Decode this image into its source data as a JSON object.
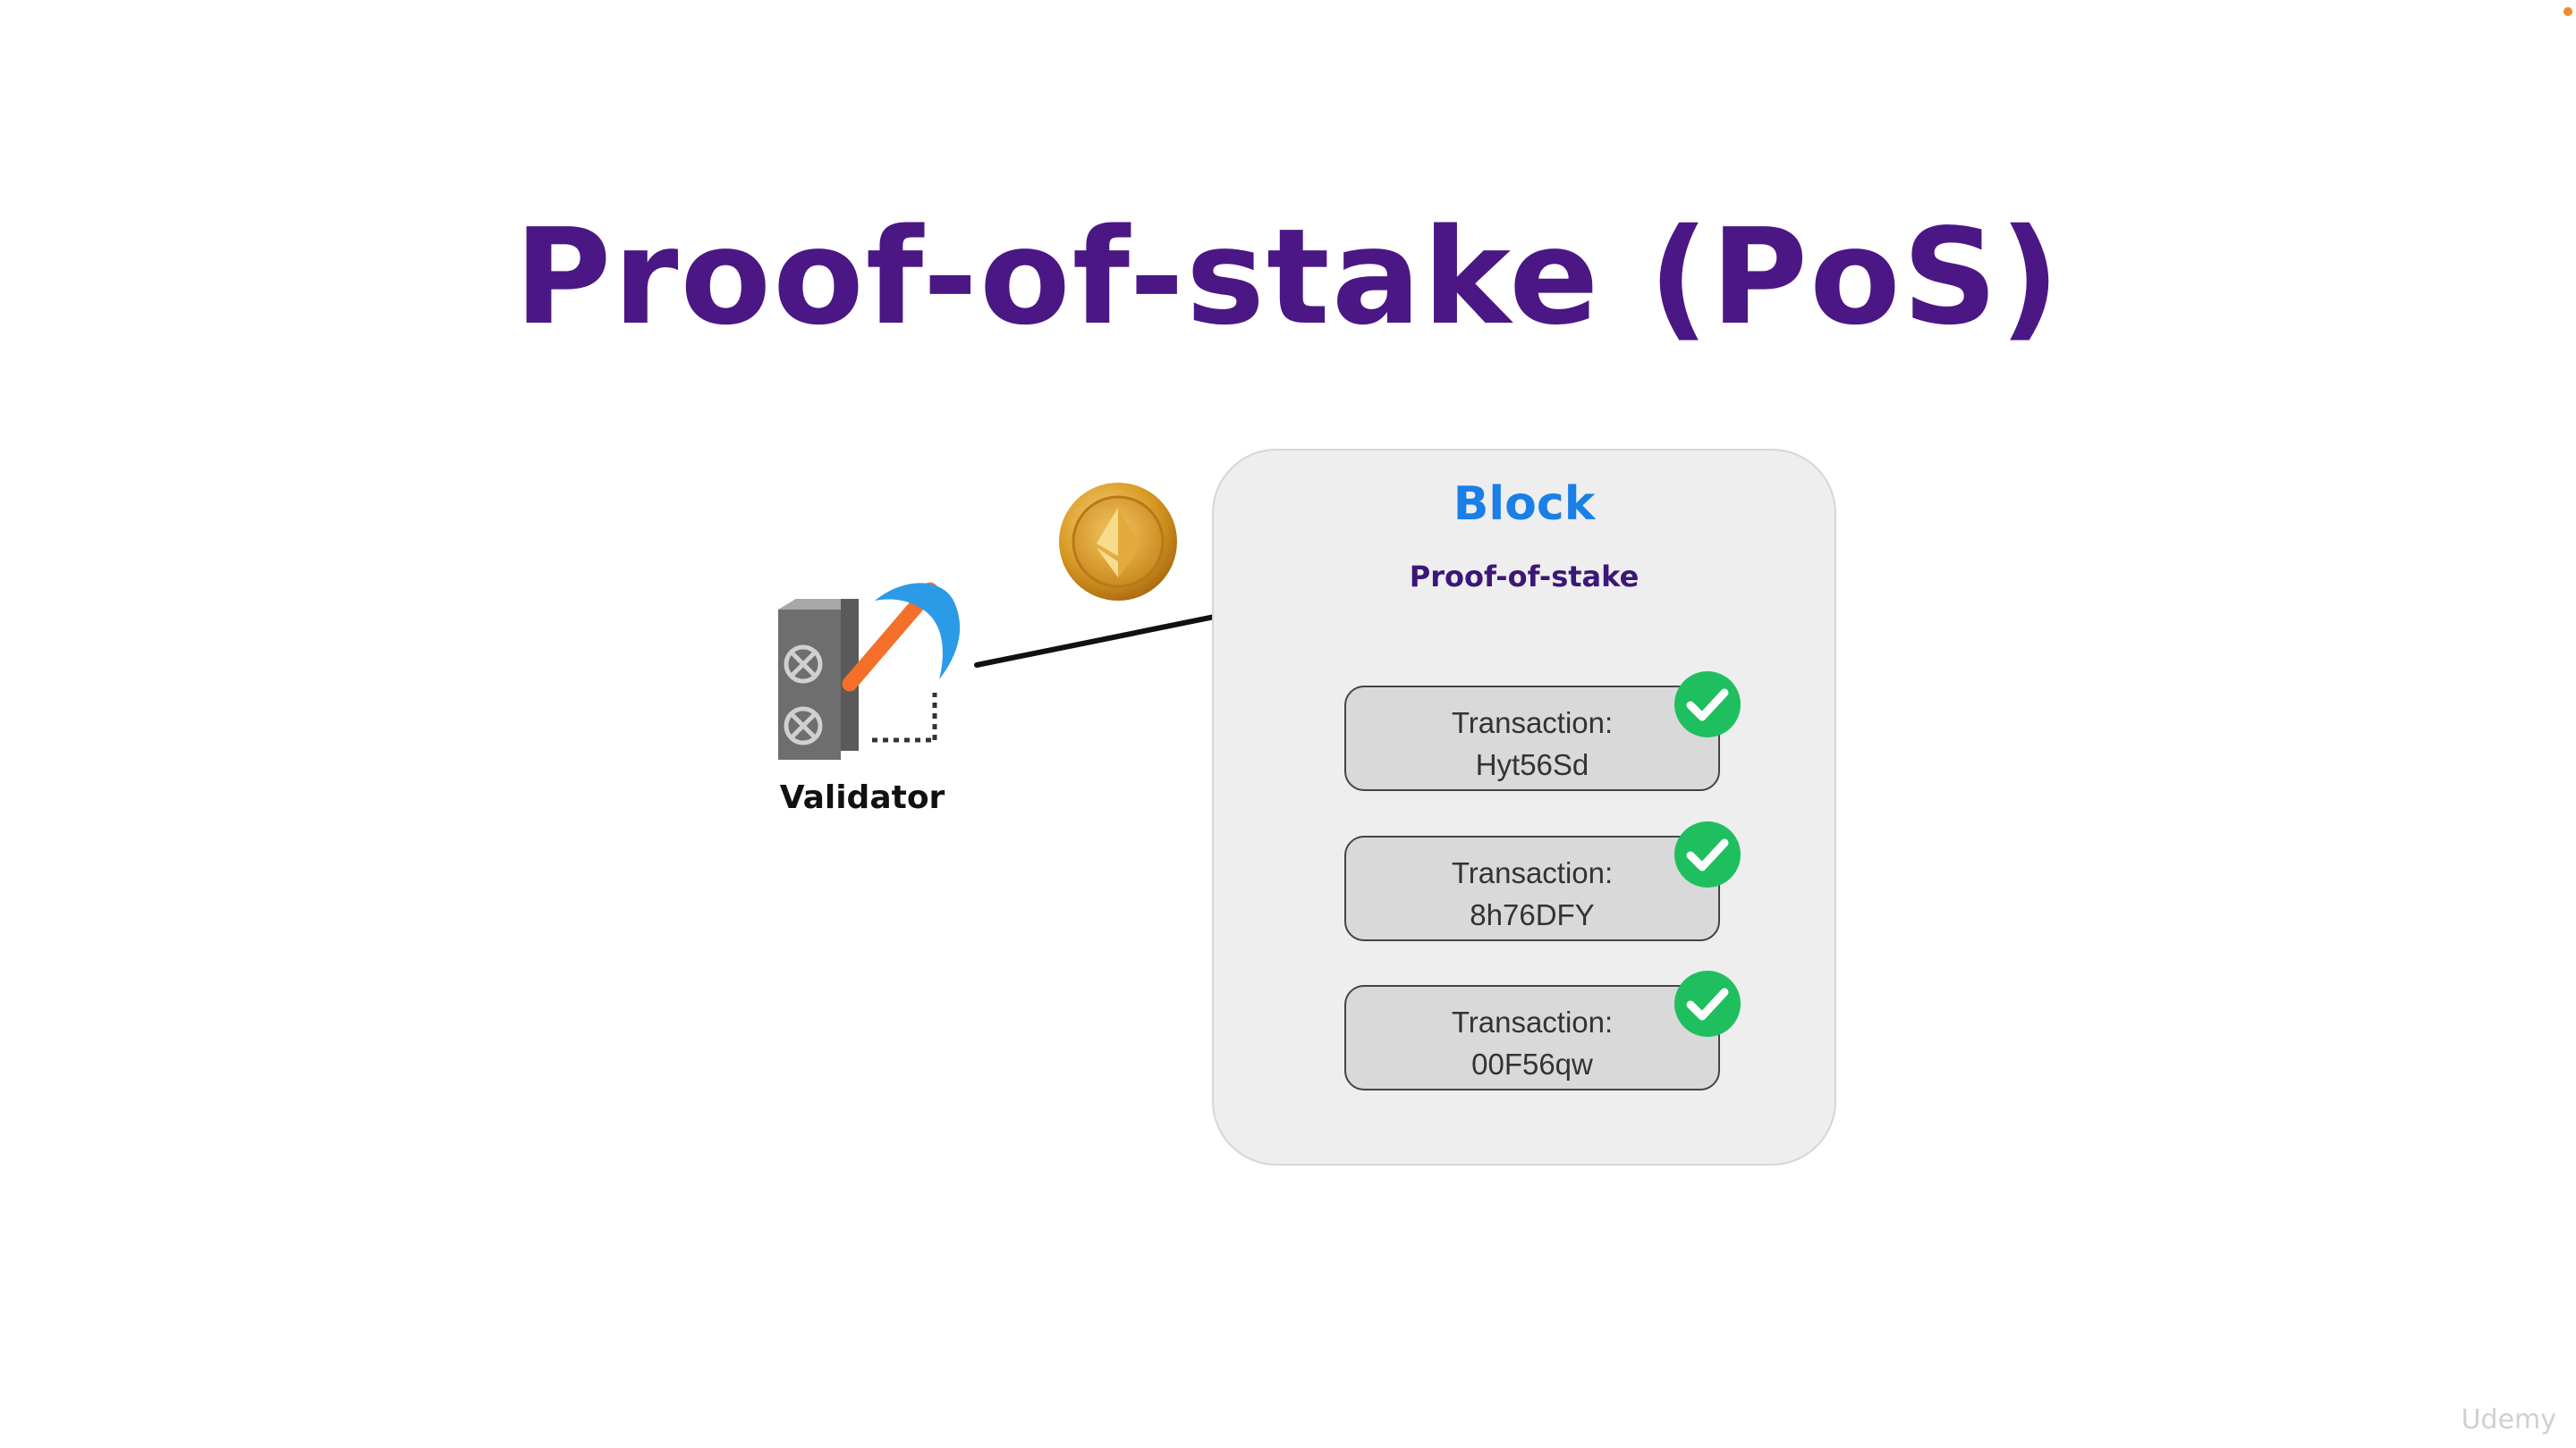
{
  "slide": {
    "title": "Proof-of-stake (PoS)",
    "validator_label": "Validator",
    "block": {
      "title": "Block",
      "subtitle": "Proof-of-stake",
      "transactions": [
        {
          "label": "Transaction:",
          "id": "Hyt56Sd",
          "status": "verified"
        },
        {
          "label": "Transaction:",
          "id": "8h76DFY",
          "status": "verified"
        },
        {
          "label": "Transaction:",
          "id": "00F56qw",
          "status": "verified"
        }
      ]
    },
    "coin_icon": "ethereum-coin-icon",
    "watermark": "Udemy"
  },
  "colors": {
    "title": "#4b1785",
    "block_title": "#1a7fe6",
    "block_subtitle": "#3b1778",
    "block_bg": "#eeeeee",
    "transaction_bg": "#d9d9d9",
    "check": "#1fbf5f",
    "pickaxe_handle": "#f36f2a",
    "pickaxe_head": "#2b9be8",
    "coin_gold": "#e0a52a"
  }
}
